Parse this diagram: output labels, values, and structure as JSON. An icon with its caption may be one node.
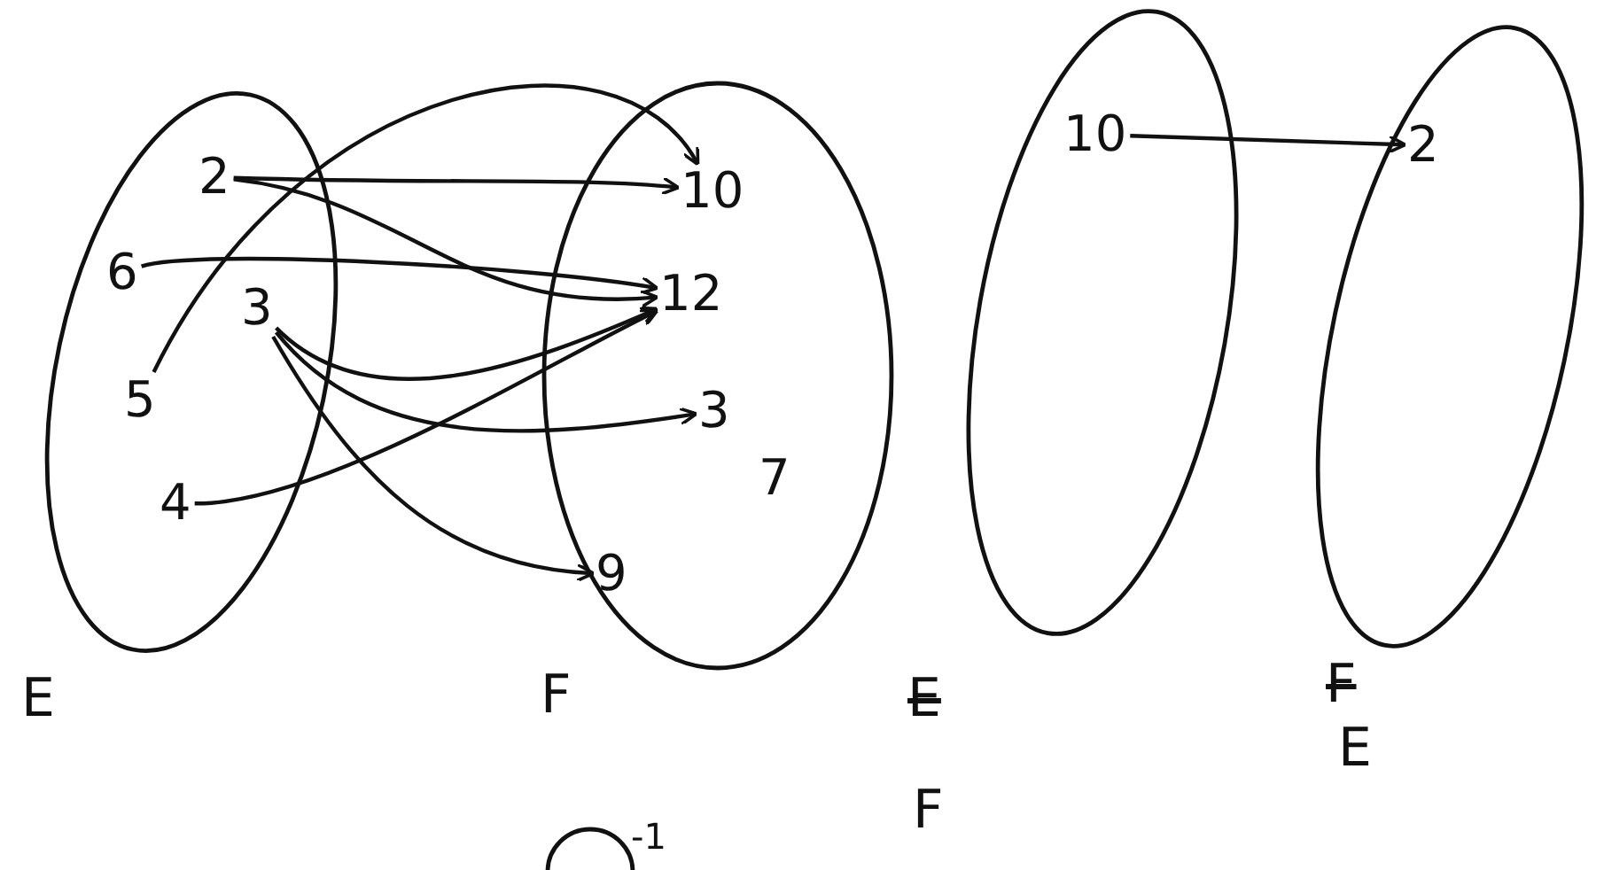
{
  "diagram": {
    "nodes": [
      {
        "text": [
          "E"
        ]
      },
      {
        "text": [
          "2"
        ],
        "in": 0
      },
      {
        "text": [
          "6"
        ],
        "in": 0
      },
      {
        "text": [
          "3"
        ],
        "in": 0
      },
      {
        "text": [
          "5"
        ],
        "in": 0
      },
      {
        "text": [
          "4"
        ],
        "in": 0
      },
      {
        "text": [
          "F"
        ]
      },
      {
        "text": [
          "10"
        ],
        "in": 6
      },
      {
        "text": [
          "12"
        ],
        "in": 6
      },
      {
        "text": [
          "3"
        ],
        "in": 6
      },
      {
        "text": [
          "7"
        ],
        "in": 6
      },
      {
        "text": [
          "9"
        ],
        "in": 6
      },
      {
        "text": [
          "F"
        ]
      },
      {
        "text": [
          "10"
        ],
        "in": 12
      },
      {
        "text": [
          "E"
        ]
      },
      {
        "text": [
          "2"
        ],
        "in": 14
      }
    ],
    "edges": [
      {
        "from": 1,
        "to": 7,
        "arrow": "to"
      },
      {
        "from": 4,
        "to": 7,
        "arrow": "to"
      },
      {
        "from": 1,
        "to": 8,
        "arrow": "to"
      },
      {
        "from": 2,
        "to": 8,
        "arrow": "to"
      },
      {
        "from": 3,
        "to": 8,
        "arrow": "to"
      },
      {
        "from": 5,
        "to": 8,
        "arrow": "to"
      },
      {
        "from": 3,
        "to": 9,
        "arrow": "to"
      },
      {
        "from": 3,
        "to": 11,
        "arrow": "to"
      },
      {
        "from": 13,
        "to": 15,
        "arrow": "to"
      }
    ],
    "labels": [
      "E",
      "F",
      "-1"
    ]
  }
}
